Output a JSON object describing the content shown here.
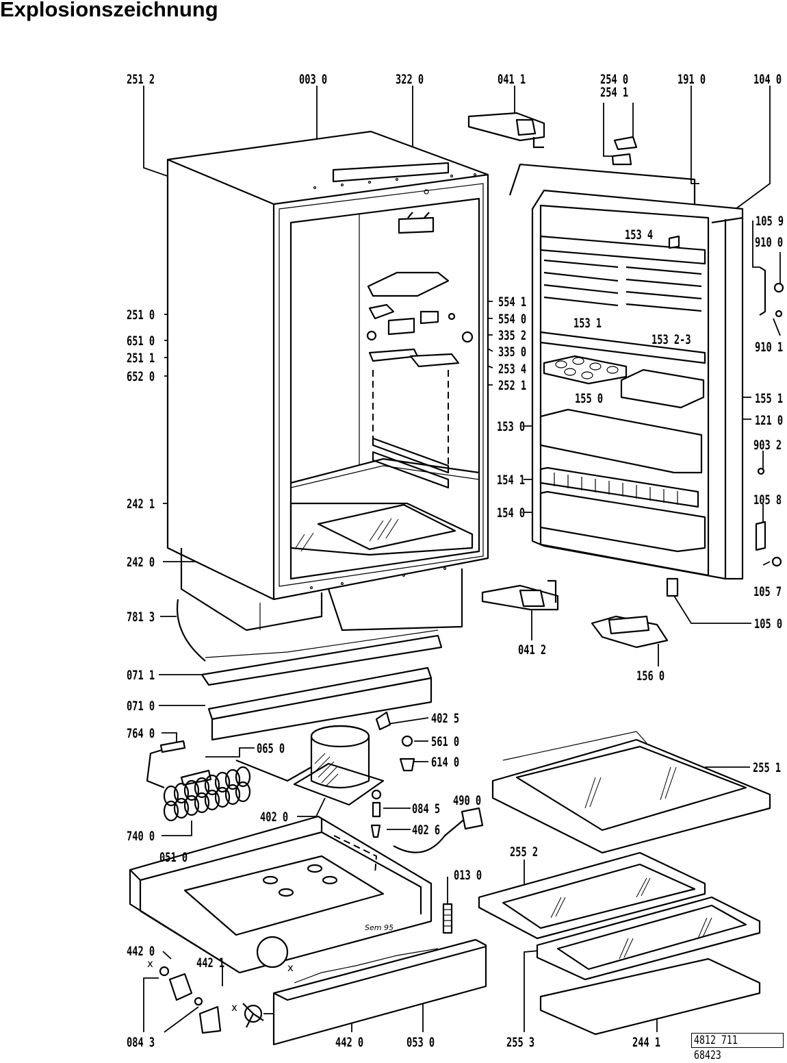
{
  "title": "Explosionszeichnung",
  "part_number": "4812 711 68423",
  "stamp_text": "Sem 95",
  "x_marks": [
    "x",
    "x",
    "x"
  ],
  "labels": [
    {
      "id": "2512",
      "text": "251 2"
    },
    {
      "id": "0030",
      "text": "003 0"
    },
    {
      "id": "3220",
      "text": "322 0"
    },
    {
      "id": "0411",
      "text": "041 1"
    },
    {
      "id": "2540",
      "text": "254 0"
    },
    {
      "id": "2541",
      "text": "254 1"
    },
    {
      "id": "1910",
      "text": "191 0"
    },
    {
      "id": "1040",
      "text": "104 0"
    },
    {
      "id": "1534",
      "text": "153 4"
    },
    {
      "id": "1059",
      "text": "105 9"
    },
    {
      "id": "9100",
      "text": "910 0"
    },
    {
      "id": "9101",
      "text": "910 1"
    },
    {
      "id": "5541",
      "text": "554 1"
    },
    {
      "id": "5540",
      "text": "554 0"
    },
    {
      "id": "3352",
      "text": "335 2"
    },
    {
      "id": "3350",
      "text": "335 0"
    },
    {
      "id": "2534",
      "text": "253 4"
    },
    {
      "id": "2521",
      "text": "252 1"
    },
    {
      "id": "2510",
      "text": "251 0"
    },
    {
      "id": "6510",
      "text": "651 0"
    },
    {
      "id": "2511",
      "text": "251 1"
    },
    {
      "id": "6520",
      "text": "652 0"
    },
    {
      "id": "1531",
      "text": "153 1"
    },
    {
      "id": "15323",
      "text": "153 2-3"
    },
    {
      "id": "1550",
      "text": "155 0"
    },
    {
      "id": "1551",
      "text": "155 1"
    },
    {
      "id": "1210",
      "text": "121 0"
    },
    {
      "id": "1530",
      "text": "153 0"
    },
    {
      "id": "9032",
      "text": "903 2"
    },
    {
      "id": "1541",
      "text": "154 1"
    },
    {
      "id": "1058",
      "text": "105 8"
    },
    {
      "id": "1540",
      "text": "154 0"
    },
    {
      "id": "2421",
      "text": "242 1"
    },
    {
      "id": "2420",
      "text": "242 0"
    },
    {
      "id": "1057",
      "text": "105 7"
    },
    {
      "id": "7813",
      "text": "781 3"
    },
    {
      "id": "0412",
      "text": "041 2"
    },
    {
      "id": "1050",
      "text": "105 0"
    },
    {
      "id": "1560",
      "text": "156 0"
    },
    {
      "id": "0711",
      "text": "071 1"
    },
    {
      "id": "0710",
      "text": "071 0"
    },
    {
      "id": "4025",
      "text": "402 5"
    },
    {
      "id": "7640",
      "text": "764 0"
    },
    {
      "id": "0650",
      "text": "065 0"
    },
    {
      "id": "5610",
      "text": "561 0"
    },
    {
      "id": "6140",
      "text": "614 0"
    },
    {
      "id": "2551",
      "text": "255 1"
    },
    {
      "id": "0845",
      "text": "084 5"
    },
    {
      "id": "4900",
      "text": "490 0"
    },
    {
      "id": "4020",
      "text": "402 0"
    },
    {
      "id": "4026",
      "text": "402 6"
    },
    {
      "id": "7400",
      "text": "740 0"
    },
    {
      "id": "0510",
      "text": "051 0"
    },
    {
      "id": "2552",
      "text": "255 2"
    },
    {
      "id": "0130",
      "text": "013 0"
    },
    {
      "id": "4420a",
      "text": "442 0"
    },
    {
      "id": "4421",
      "text": "442 1"
    },
    {
      "id": "0843",
      "text": "084 3"
    },
    {
      "id": "4420b",
      "text": "442 0"
    },
    {
      "id": "0530",
      "text": "053 0"
    },
    {
      "id": "2553",
      "text": "255 3"
    },
    {
      "id": "2441",
      "text": "244 1"
    }
  ]
}
